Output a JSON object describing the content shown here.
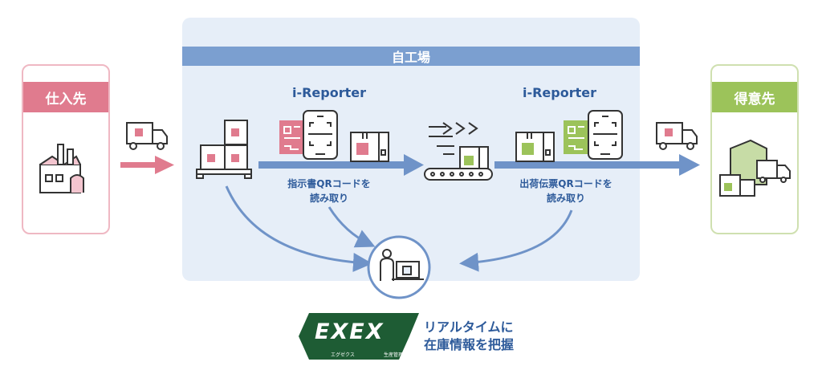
{
  "supplier": {
    "label": "仕入先"
  },
  "factory": {
    "label": "自工場"
  },
  "customer": {
    "label": "得意先"
  },
  "reporter_left": {
    "label": "i-Reporter",
    "caption_line1": "指示書QRコードを",
    "caption_line2": "読み取り"
  },
  "reporter_right": {
    "label": "i-Reporter",
    "caption_line1": "出荷伝票QRコードを",
    "caption_line2": "読み取り"
  },
  "exex": {
    "logo_text": "EXEX",
    "logo_sub1": "エグゼクス",
    "logo_sub2": "生産管理",
    "tagline_line1": "リアルタイムに",
    "tagline_line2": "在庫情報を把握"
  },
  "colors": {
    "pink": "#e07b8e",
    "green": "#9cc35a",
    "blue": "#7b9fd0",
    "panel": "#e6eef8",
    "text_blue": "#2d5a9a",
    "logo_green": "#1e5c34"
  }
}
